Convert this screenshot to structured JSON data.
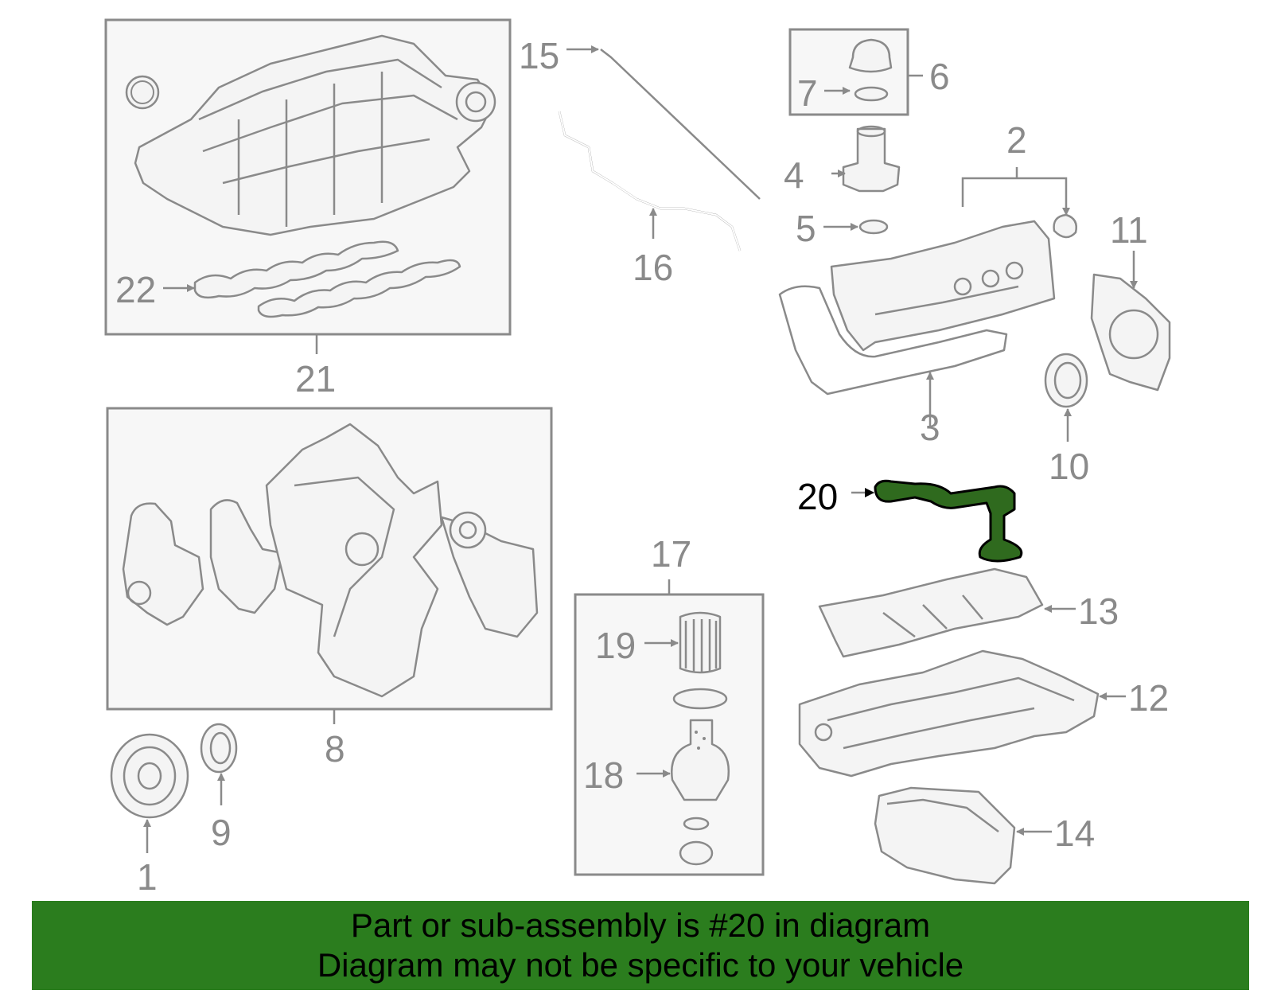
{
  "labels": {
    "p1": "1",
    "p2": "2",
    "p3": "3",
    "p4": "4",
    "p5": "5",
    "p6": "6",
    "p7": "7",
    "p8": "8",
    "p9": "9",
    "p10": "10",
    "p11": "11",
    "p12": "12",
    "p13": "13",
    "p14": "14",
    "p15": "15",
    "p16": "16",
    "p17": "17",
    "p18": "18",
    "p19": "19",
    "p20": "20",
    "p21": "21",
    "p22": "22"
  },
  "highlight": {
    "part": "20",
    "color": "#2f6a1e"
  },
  "banner": {
    "line1": "Part or sub-assembly is #20 in diagram",
    "line2": "Diagram may not be specific to your vehicle",
    "background": "#2b7d1e"
  }
}
